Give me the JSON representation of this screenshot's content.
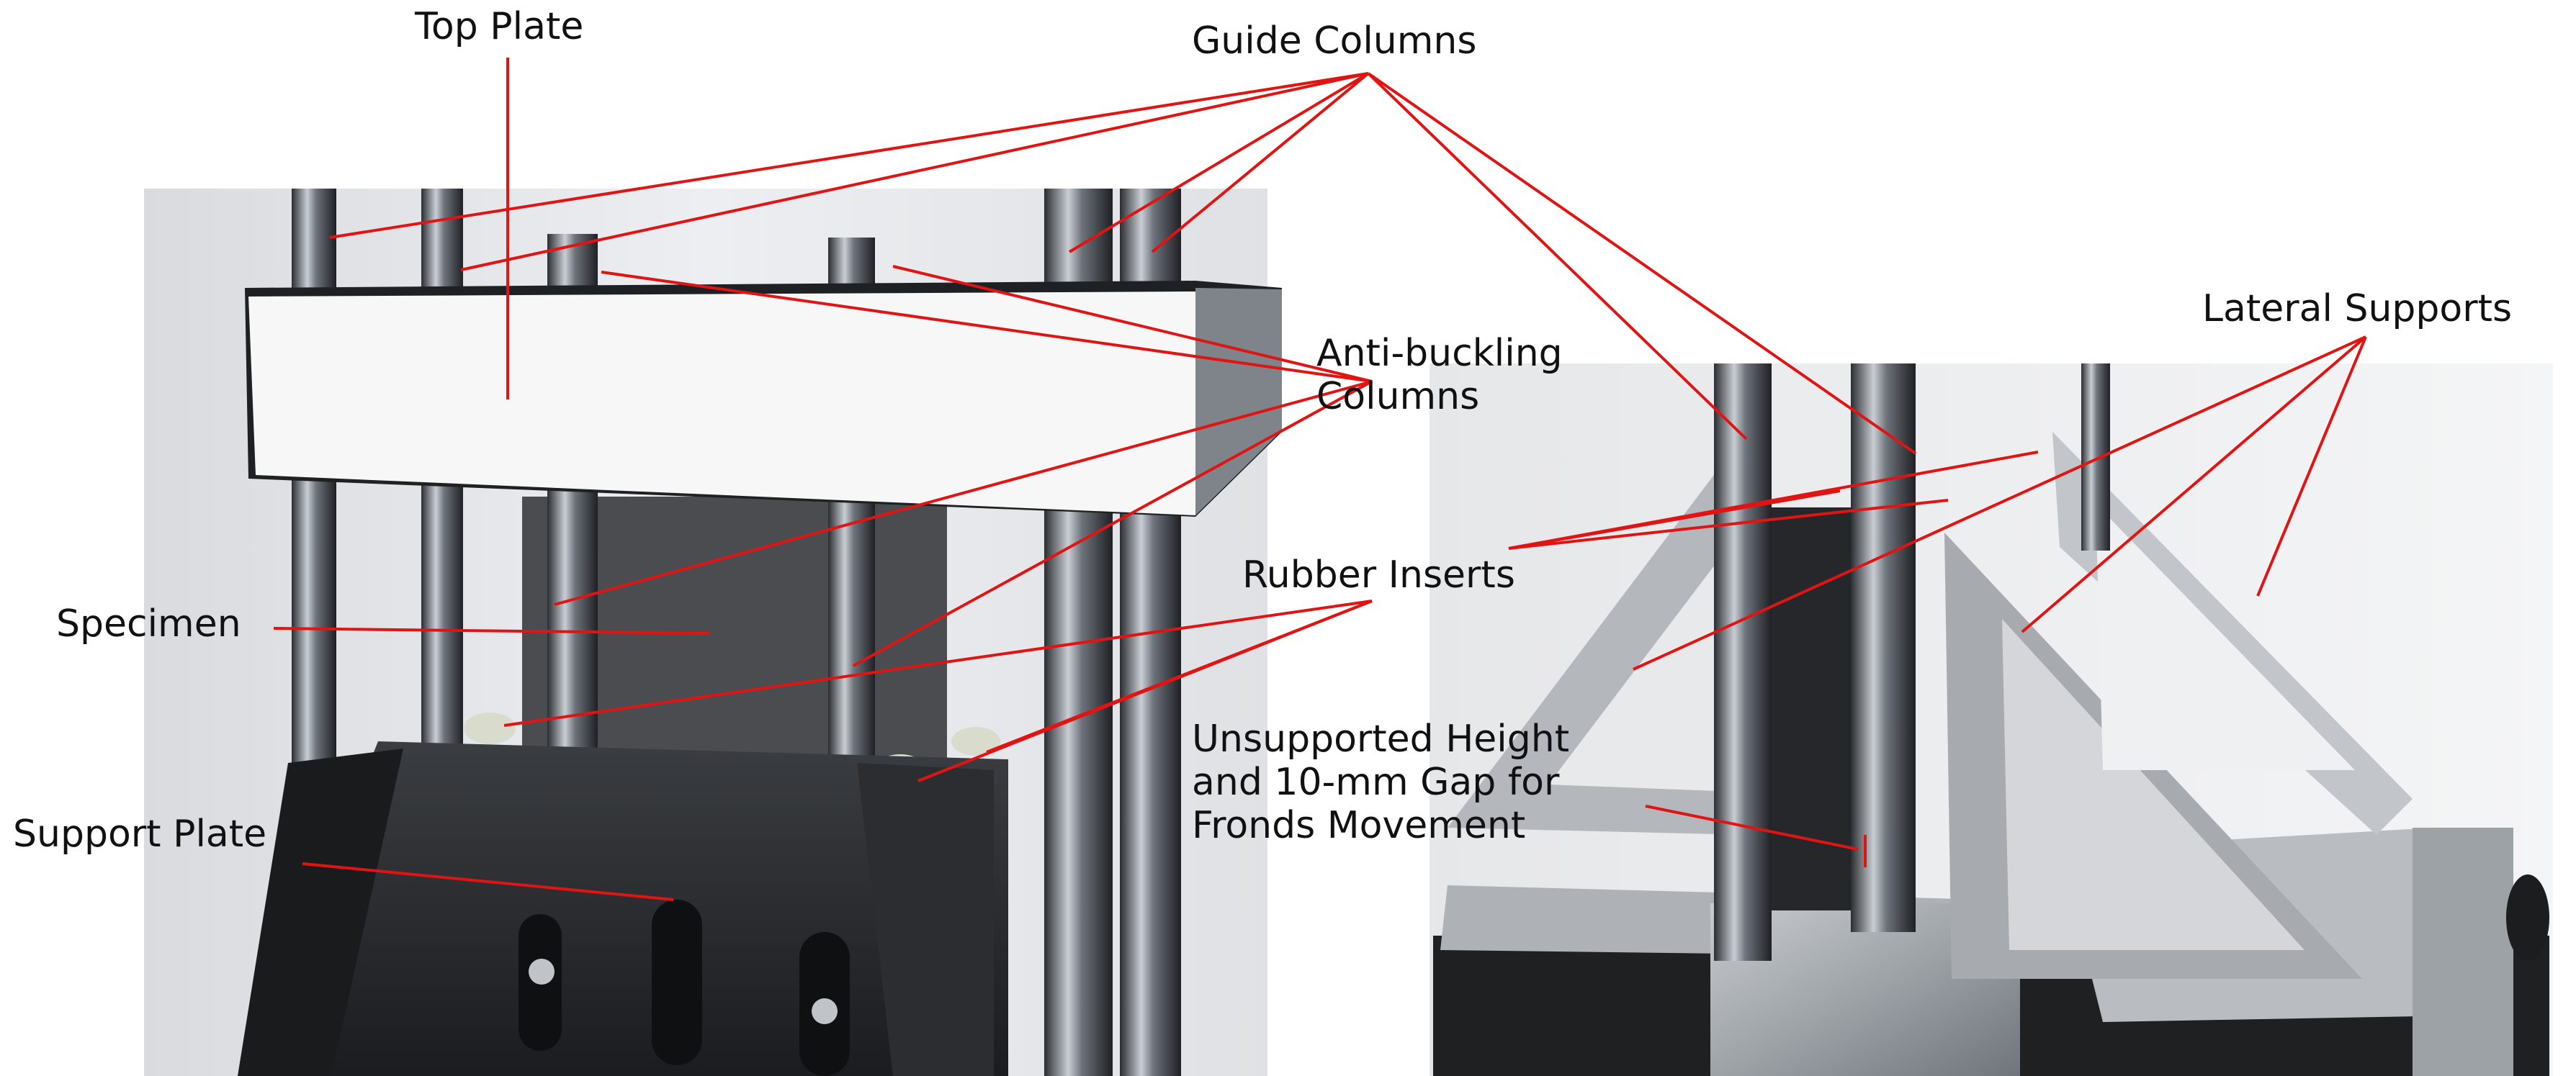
{
  "labels": {
    "top_plate": "Top Plate",
    "guide_columns": "Guide Columns",
    "anti_buckling_1": "Anti-buckling",
    "anti_buckling_2": "Columns",
    "lateral_supports": "Lateral Supports",
    "rubber_inserts": "Rubber Inserts",
    "specimen": "Specimen",
    "support_plate": "Support Plate",
    "unsupported_1": "Unsupported Height",
    "unsupported_2": "and 10-mm Gap for",
    "unsupported_3": "Fronds Movement"
  },
  "colors": {
    "leader_line": "#e11414",
    "label_text": "#111111",
    "background": "#ffffff"
  }
}
